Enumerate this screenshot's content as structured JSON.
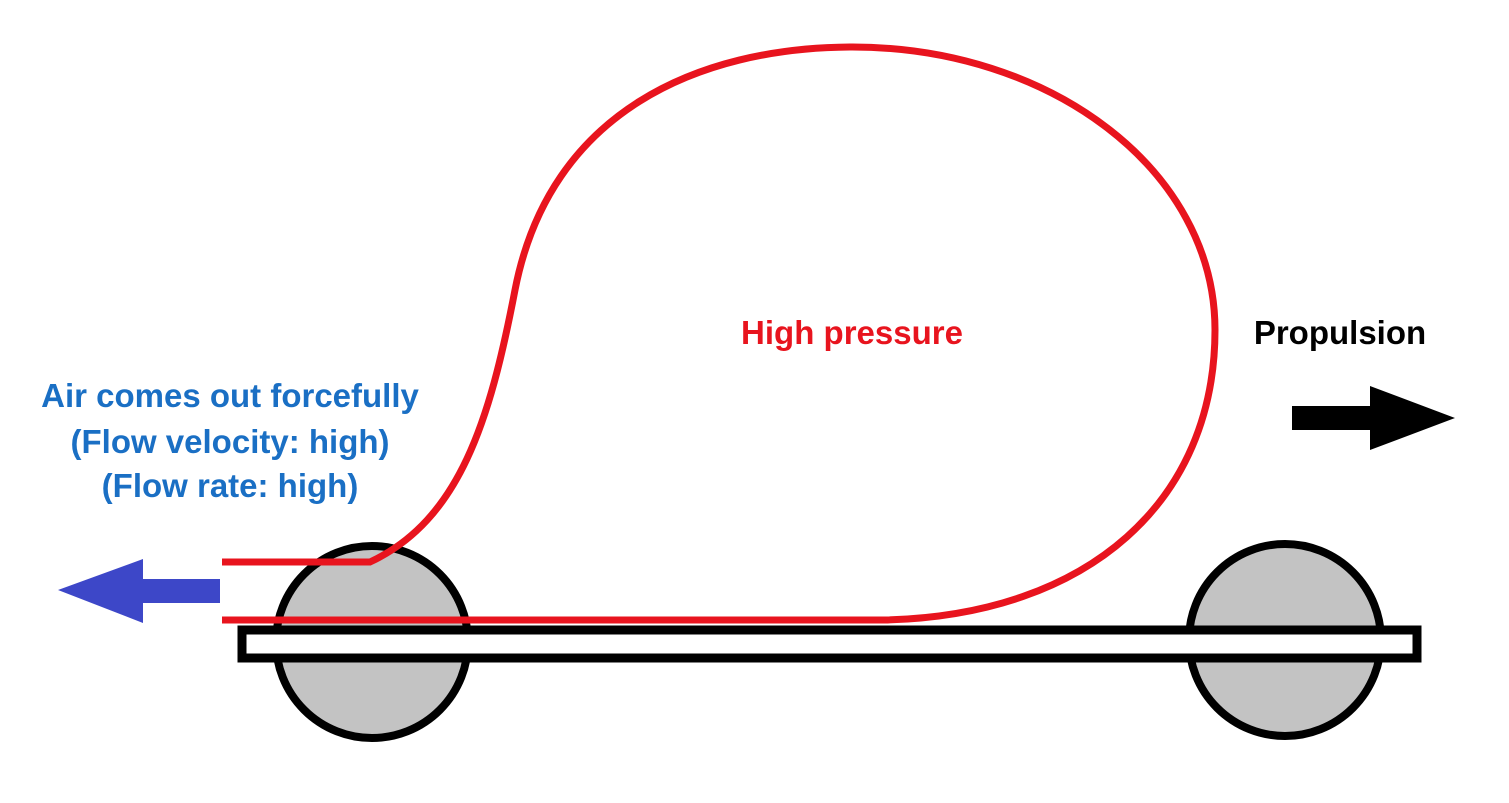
{
  "labels": {
    "outflow": [
      "Air comes out forcefully",
      "(Flow velocity: high)",
      "(Flow rate: high)"
    ],
    "balloon": "High pressure",
    "thrust": "Propulsion"
  },
  "colors": {
    "outflow_text": "#1a6fc4",
    "outflow_arrow": "#3d47c8",
    "balloon": "#e8141e",
    "thrust_arrow": "#000000",
    "wheel": "#c3c3c3"
  }
}
